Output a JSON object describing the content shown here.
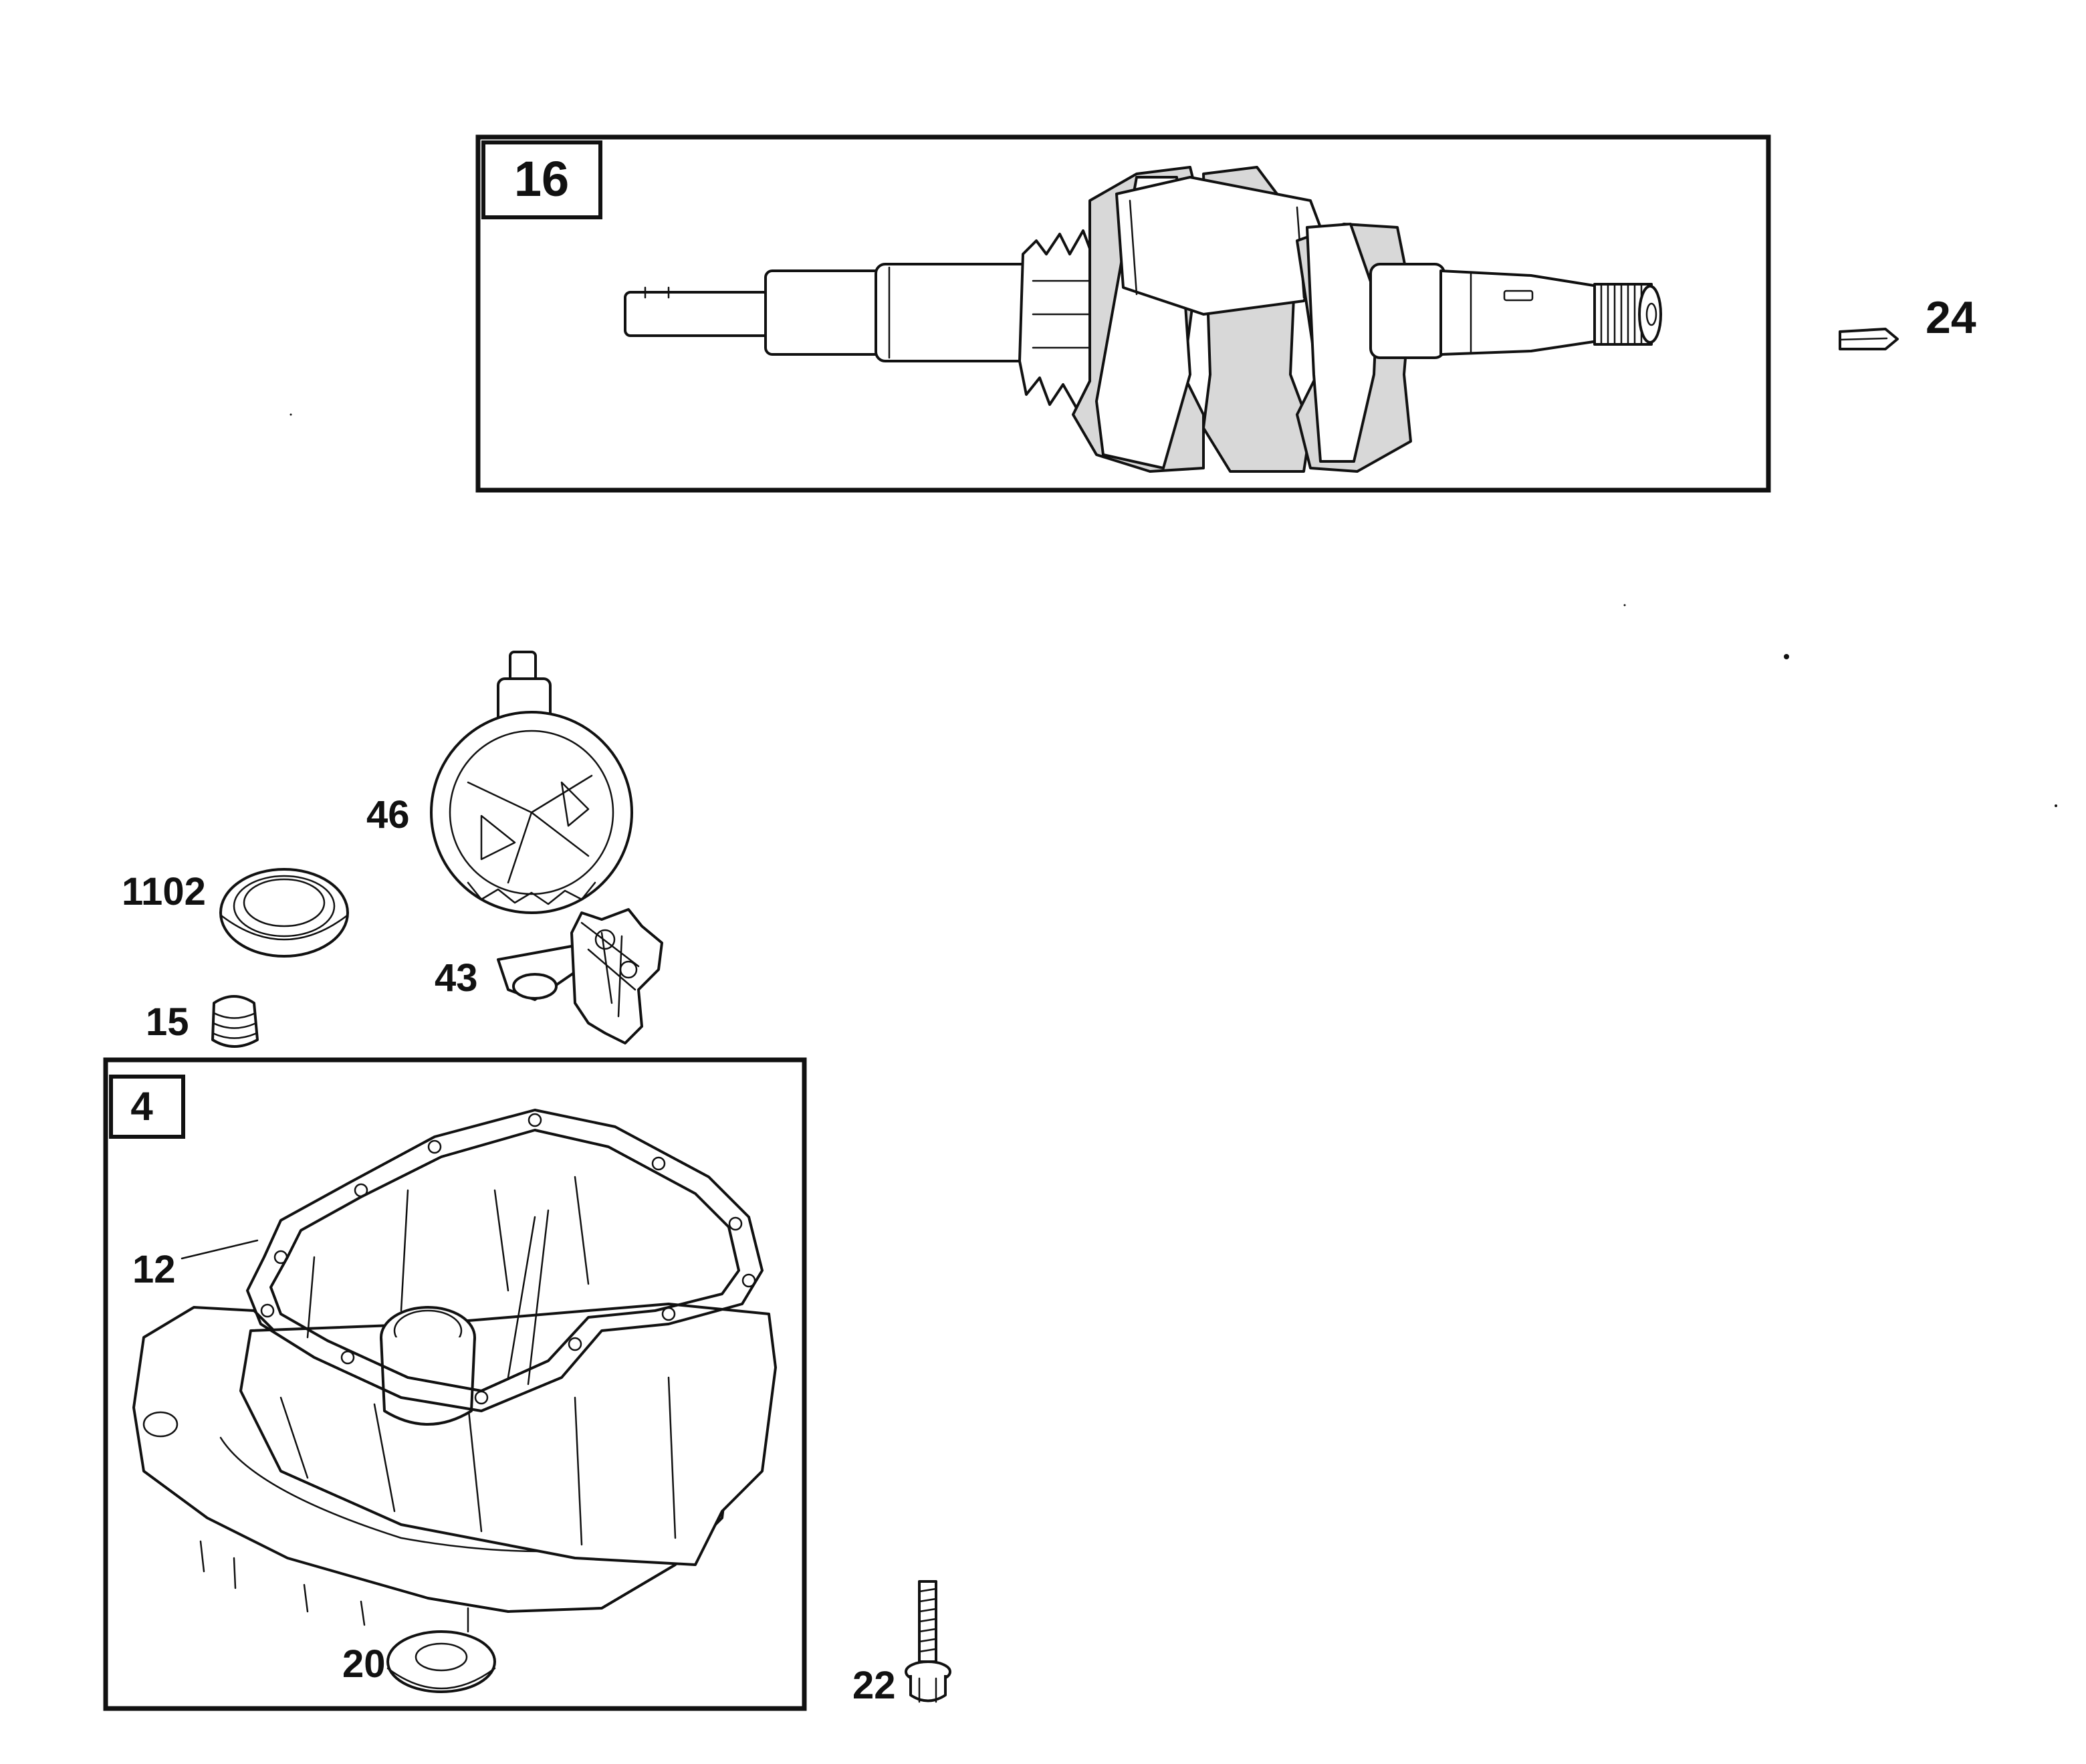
{
  "callouts": {
    "crankshaft_assembly": "16",
    "key": "24",
    "camshaft": "46",
    "oil_seal": "1102",
    "governor": "43",
    "plug": "15",
    "sump_assembly": "4",
    "gasket": "12",
    "washer": "20",
    "bolt": "22"
  },
  "colors": {
    "ink": "#111111",
    "paper": "#ffffff",
    "shade": "#d8d8d8"
  }
}
